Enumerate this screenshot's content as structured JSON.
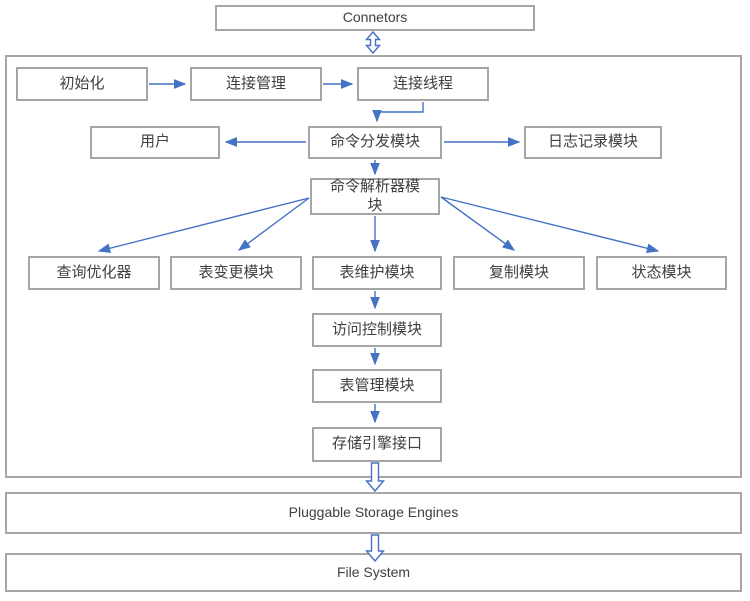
{
  "diagram": {
    "top": {
      "connectors_label": "Connetors"
    },
    "nodes": {
      "init": "初始化",
      "conn_mgmt": "连接管理",
      "conn_thread": "连接线程",
      "user": "用户",
      "cmd_dispatch": "命令分发模块",
      "logger": "日志记录模块",
      "cmd_parser": "命令解析器模块",
      "query_opt": "查询优化器",
      "table_change": "表变更模块",
      "table_maint": "表维护模块",
      "replication": "复制模块",
      "status": "状态模块",
      "access_ctrl": "访问控制模块",
      "table_mgmt": "表管理模块",
      "storage_if": "存储引擎接口"
    },
    "bottom": {
      "pluggable_label": "Pluggable Storage Engines",
      "file_system_label": "File System"
    },
    "colors": {
      "arrow": "#4472c4",
      "box_border": "#a6a6a6",
      "text": "#404040"
    }
  }
}
